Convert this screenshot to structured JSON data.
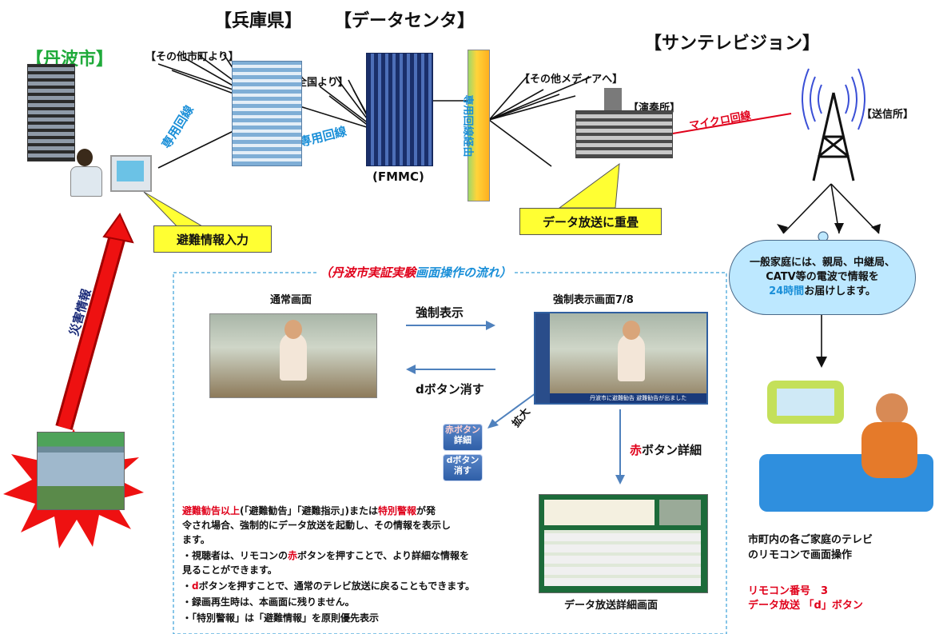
{
  "titles": {
    "tanba": "【丹波市】",
    "hyogo": "【兵庫県】",
    "datacenter": "【データセンタ】",
    "suntv": "【サンテレビジョン】"
  },
  "labels": {
    "other_cities": "【その他市町より】",
    "nationwide": "【全国より】",
    "other_media": "【その他メディアへ】",
    "studio": "【演奏所】",
    "transmitter": "【送信所】",
    "fmmc": "(FMMC)",
    "dedicated_line_1": "専用回線",
    "dedicated_line_2": "専用回線",
    "dedicated_line_3": "専用回線経由",
    "micro_line": "マイクロ回線",
    "disaster_info": "災害情報"
  },
  "callouts": {
    "input": "避難情報入力",
    "overlay": "データ放送に重畳"
  },
  "cloud": {
    "line1": "一般家庭には、親局、中継局、",
    "line2": "CATV等の電波で情報を",
    "line3_hl": "24時間",
    "line3_rest": "お届けします。"
  },
  "flow": {
    "title_a": "（丹波市実証実験",
    "title_b": "画面操作の流れ）",
    "normal_screen": "通常画面",
    "forced_screen": "強制表示画面7/8",
    "forced_display": "強制表示",
    "d_button_clear": "dボタン消す",
    "enlarge": "拡大",
    "red_prefix": "赤",
    "red_detail_rest": "ボタン詳細",
    "detail_screen": "データ放送詳細画面",
    "banner_text": "丹波市に避難勧告  避難勧告が出ました",
    "btn_red_top": "赤ボタン",
    "btn_red_bottom": "詳細",
    "btn_d_top": "dボタン",
    "btn_d_bottom": "消す"
  },
  "notes": {
    "n1_a": "避難勧告以上",
    "n1_b": "(「避難勧告」「避難指示」)または",
    "n1_c": "特別警報",
    "n1_d": "が発",
    "n1_line2": "令され場合、強制的にデータ放送を起動し、その情報を表示し",
    "n1_line3": "ます。",
    "n2_a": "・視聴者は、リモコンの",
    "n2_b": "赤",
    "n2_c": "ボタンを押すことで、より詳細な情報を",
    "n2_line2": "見ることができます。",
    "n3_a": "・",
    "n3_b": "d",
    "n3_c": "ボタンを押すことで、通常のテレビ放送に戻ることもできます。",
    "n4": "・録画再生時は、本画面に残りません。",
    "n5": "・「特別警報」は「避難情報」を原則優先表示"
  },
  "right": {
    "remote_line1": "市町内の各ご家庭のテレビ",
    "remote_line2": "のリモコンで画面操作",
    "remote_no": "リモコン番号　3",
    "data_btn": "データ放送 「d」ボタン"
  },
  "colors": {
    "green": "#1faa3a",
    "red": "#e0001a",
    "blue": "#1a8fd8",
    "callout": "#ffff33",
    "cloud": "#bde8ff"
  }
}
